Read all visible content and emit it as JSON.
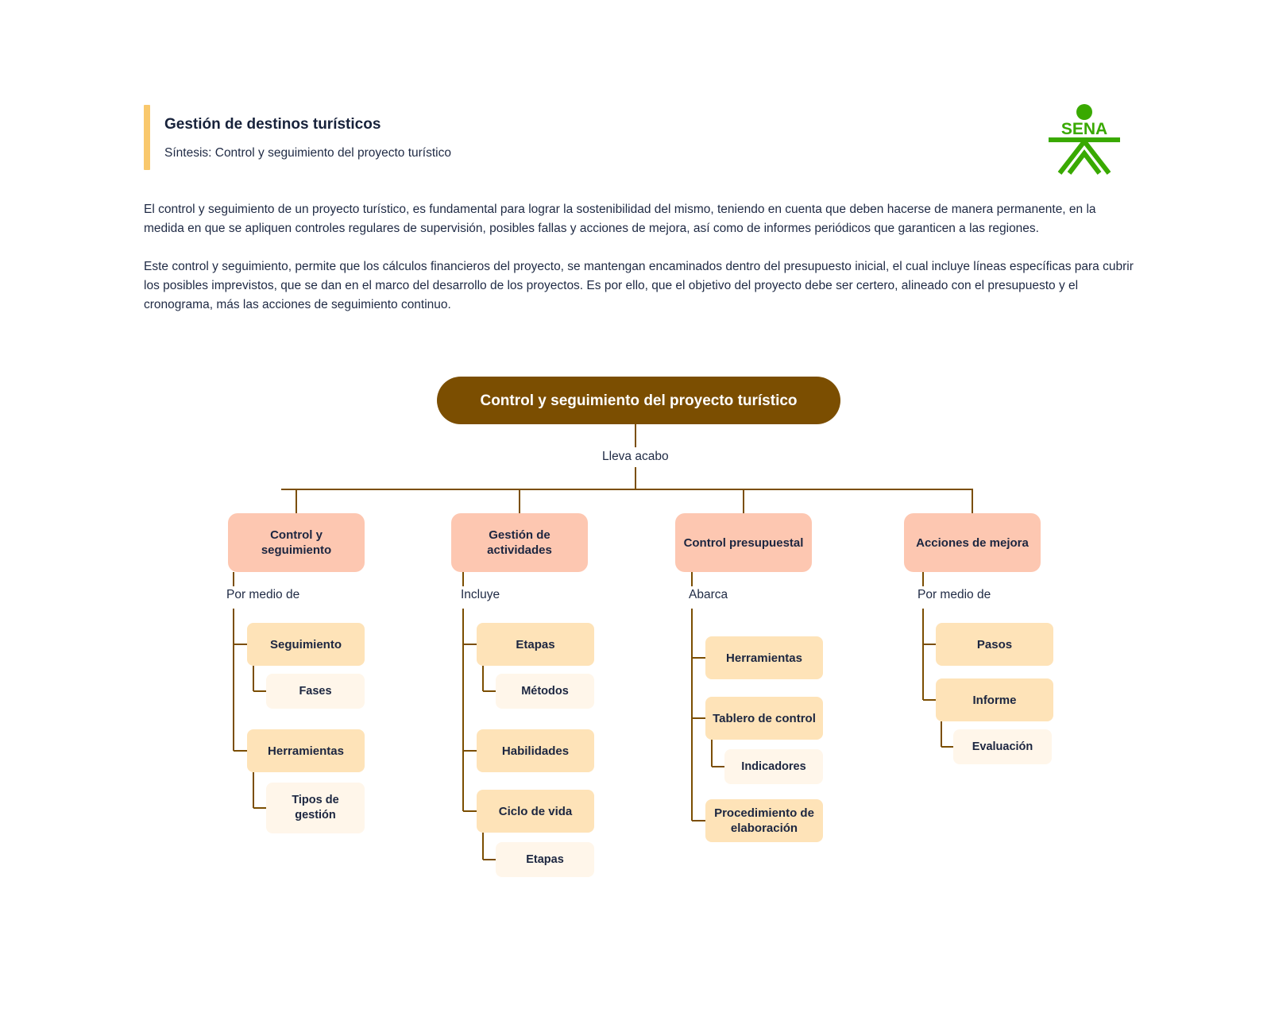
{
  "header": {
    "course_title": "Gestión de destinos turísticos",
    "subtitle": "Síntesis: Control y seguimiento del proyecto turístico",
    "logo_text": "SENA",
    "accent_color": "#f9c86c",
    "logo_color": "#39a900"
  },
  "intro": {
    "paragraph1": "El control y seguimiento de un proyecto turístico, es fundamental para lograr la sostenibilidad del mismo, teniendo en cuenta que deben hacerse de manera permanente, en la medida en que se apliquen controles regulares de supervisión, posibles fallas y acciones de mejora, así como de informes periódicos que garanticen a las regiones.",
    "paragraph2": "Este control y seguimiento, permite que los cálculos financieros del proyecto, se mantengan encaminados dentro del presupuesto inicial, el cual incluye líneas específicas para cubrir los posibles imprevistos, que se dan en el marco del desarrollo de los proyectos. Es por ello, que el objetivo del proyecto debe ser certero, alineado con el presupuesto y el cronograma, más las acciones de seguimiento continuo."
  },
  "diagram": {
    "root": "Control y seguimiento del proyecto turístico",
    "root_connector": "Lleva acabo",
    "colors": {
      "root": "#7b4e01",
      "level1": "#fdc7b1",
      "level2": "#fee3b8",
      "level3": "#fff6ea",
      "line": "#7b4e01"
    },
    "branches": [
      {
        "label": "Control y seguimiento",
        "connector": "Por medio de",
        "items": [
          {
            "label": "Seguimiento",
            "children": [
              "Fases"
            ]
          },
          {
            "label": "Herramientas",
            "children": [
              "Tipos de gestión"
            ]
          }
        ]
      },
      {
        "label": "Gestión de actividades",
        "connector": "Incluye",
        "items": [
          {
            "label": "Etapas",
            "children": [
              "Métodos"
            ]
          },
          {
            "label": "Habilidades",
            "children": []
          },
          {
            "label": "Ciclo de vida",
            "children": [
              "Etapas"
            ]
          }
        ]
      },
      {
        "label": "Control presupuestal",
        "connector": "Abarca",
        "items": [
          {
            "label": "Herramientas",
            "children": []
          },
          {
            "label": "Tablero de control",
            "children": [
              "Indicadores"
            ]
          },
          {
            "label": "Procedimiento de elaboración",
            "children": []
          }
        ]
      },
      {
        "label": "Acciones de mejora",
        "connector": "Por medio de",
        "items": [
          {
            "label": "Pasos",
            "children": []
          },
          {
            "label": "Informe",
            "children": [
              "Evaluación"
            ]
          }
        ]
      }
    ]
  }
}
